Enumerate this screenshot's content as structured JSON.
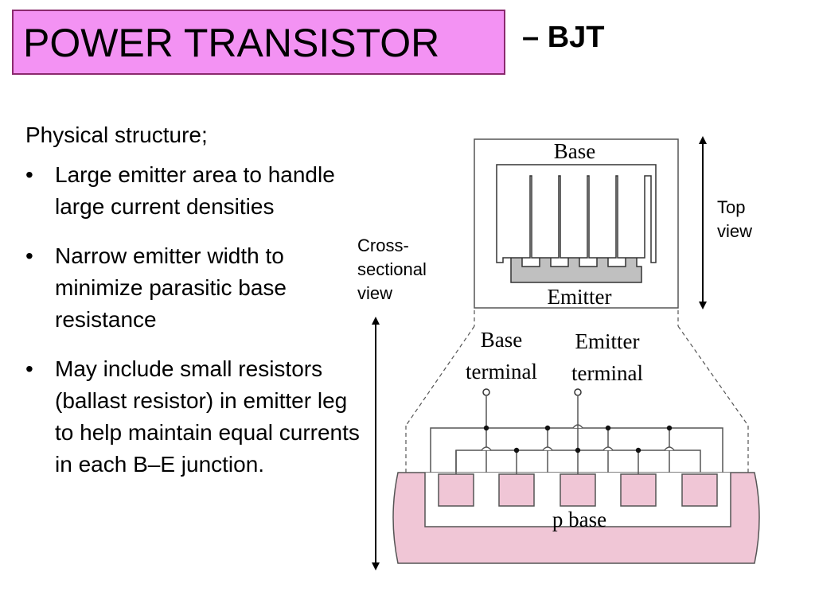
{
  "header": {
    "title": "POWER TRANSISTOR",
    "suffix": "– BJT"
  },
  "content": {
    "intro": "Physical structure;",
    "bullets": [
      "Large emitter area to handle large current densities",
      "Narrow emitter width to minimize parasitic base resistance",
      "May include small resistors (ballast resistor) in emitter leg to help maintain equal currents in each B–E junction."
    ]
  },
  "diagram": {
    "top_view_label_1": "Top",
    "top_view_label_2": "view",
    "cross_label_1": "Cross-",
    "cross_label_2": "sectional",
    "cross_label_3": "view",
    "top_base_label": "Base",
    "top_emitter_label": "Emitter",
    "base_terminal_1": "Base",
    "base_terminal_2": "terminal",
    "emitter_terminal_1": "Emitter",
    "emitter_terminal_2": "terminal",
    "p_base_label": "p base",
    "colors": {
      "title_fill": "#f392f3",
      "emitter_fill": "#c0c0c0",
      "pbase_fill": "#f0c6d6",
      "emitter_region_fill": "#f0c6d6"
    }
  }
}
